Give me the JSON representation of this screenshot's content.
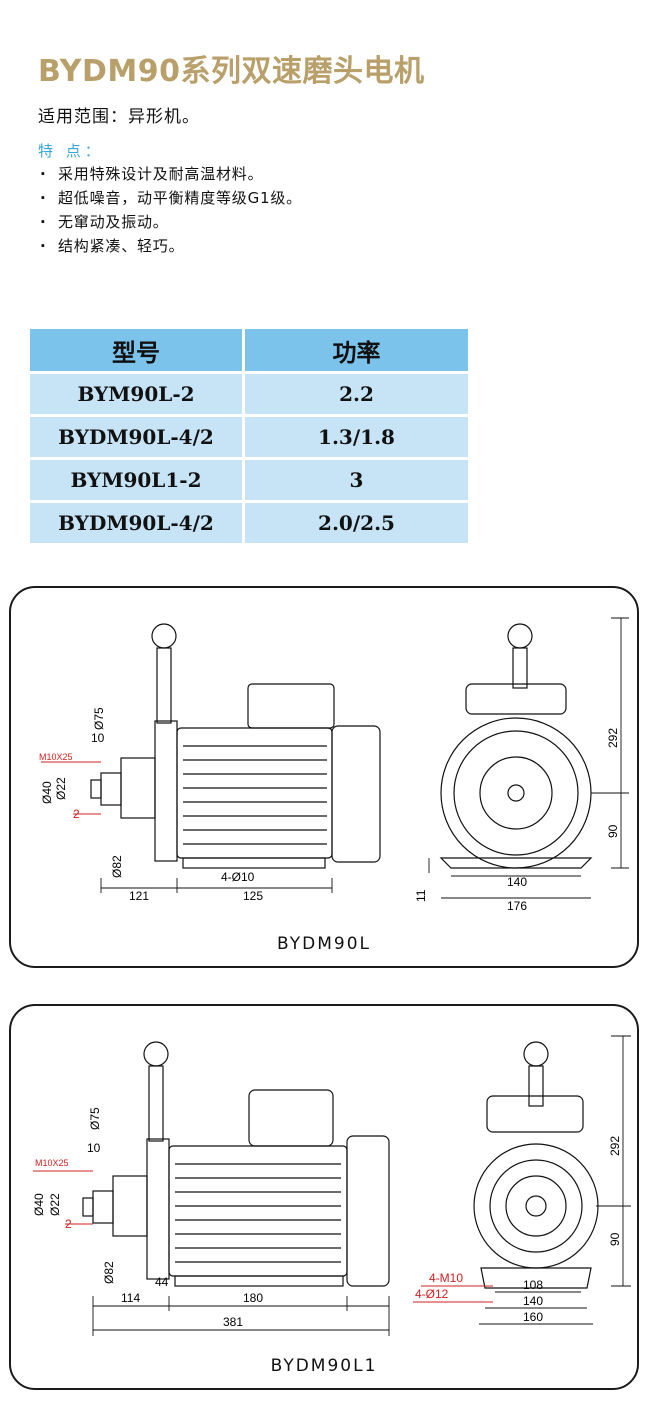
{
  "title": "BYDM90系列双速磨头电机",
  "scope": "适用范围：异形机。",
  "features_heading": "特  点：",
  "features": [
    "采用特殊设计及耐高温材料。",
    "超低噪音，动平衡精度等级G1级。",
    "无窜动及振动。",
    "结构紧凑、轻巧。"
  ],
  "table": {
    "headers": [
      "型号",
      "功率"
    ],
    "rows": [
      [
        "BYM90L-2",
        "2.2"
      ],
      [
        "BYDM90L-4/2",
        "1.3/1.8"
      ],
      [
        "BYM90L1-2",
        "3"
      ],
      [
        "BYDM90L-4/2",
        "2.0/2.5"
      ]
    ]
  },
  "drawing1": {
    "label": "BYDM90L",
    "dims": {
      "d75": "Ø75",
      "m10": "M10X25",
      "ten": "10",
      "d40": "Ø40",
      "d22": "Ø22",
      "two": "2",
      "d82": "Ø82",
      "bolt": "4-Ø10",
      "l121": "121",
      "l125": "125",
      "h292": "292",
      "h90": "90",
      "w140": "140",
      "w176": "176",
      "h11": "11"
    }
  },
  "drawing2": {
    "label": "BYDM90L1",
    "dims": {
      "d75": "Ø75",
      "m10": "M10X25",
      "ten": "10",
      "d40": "Ø40",
      "d22": "Ø22",
      "two": "2",
      "d82": "Ø82",
      "l44": "44",
      "l114": "114",
      "l180": "180",
      "l381": "381",
      "h292": "292",
      "h90": "90",
      "w108": "108",
      "w140": "140",
      "w160": "160",
      "m10b": "4-M10",
      "bolt12": "4-Ø12"
    }
  },
  "colors": {
    "title": "#b9a06a",
    "heading": "#3aa6d8",
    "header_cell": "#7cc3ec",
    "cell": "#c6e4f6",
    "dim_red": "#d22020"
  }
}
